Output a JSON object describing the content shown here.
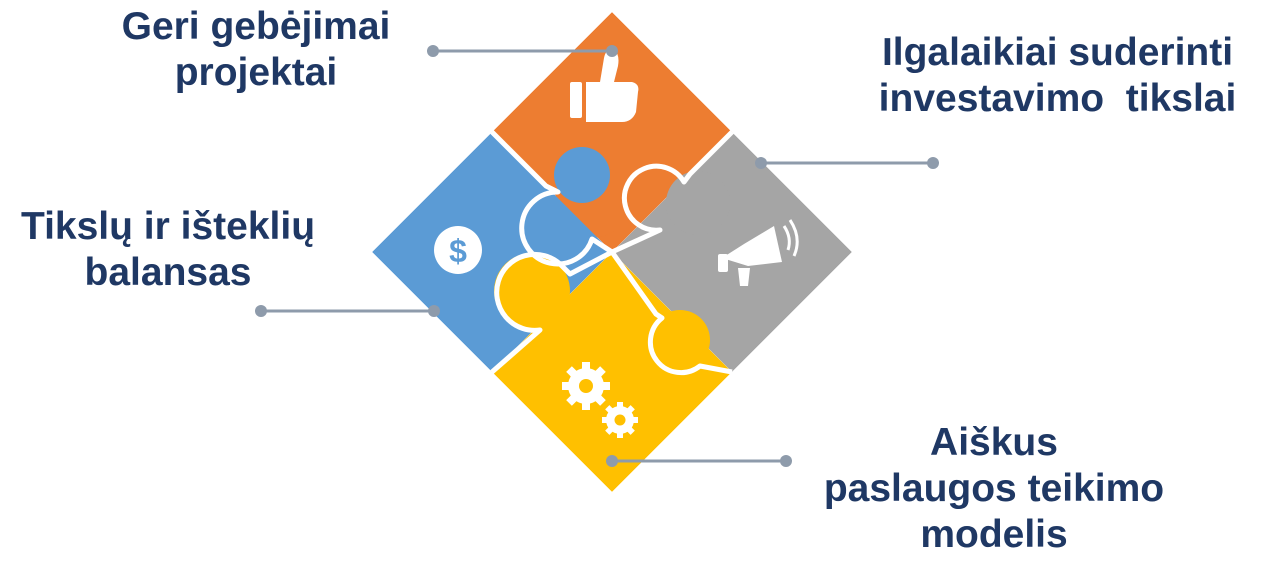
{
  "colors": {
    "text": "#1f3864",
    "connector": "#8e9bab",
    "orange": "#ed7d31",
    "gray": "#a5a5a5",
    "blue": "#5b9bd5",
    "gold": "#ffc000",
    "icon": "#ffffff"
  },
  "labels": {
    "top_left": "Geri gebėjimai\nprojektai",
    "top_right": "Ilgalaikiai suderinti\ninvestavimo  tikslai",
    "left": "Tikslų ir išteklių\nbalansas",
    "bottom_right": "Aiškus\npaslaugos teikimo\nmodelis"
  },
  "pieces": [
    {
      "id": "top",
      "color": "orange",
      "icon": "thumbs-up-icon"
    },
    {
      "id": "right",
      "color": "gray",
      "icon": "megaphone-icon"
    },
    {
      "id": "left",
      "color": "blue",
      "icon": "dollar-icon",
      "icon_text": "$"
    },
    {
      "id": "bottom",
      "color": "gold",
      "icon": "gears-icon"
    }
  ]
}
